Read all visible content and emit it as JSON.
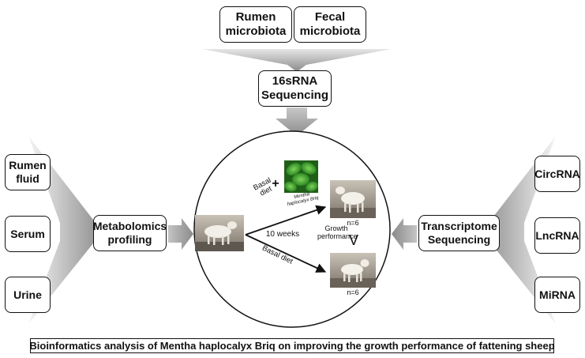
{
  "top": {
    "rumen_microbiota": "Rumen microbiota",
    "fecal_microbiota": "Fecal microbiota",
    "sequencing_16s": "16sRNA Sequencing"
  },
  "left": {
    "rumen_fluid": "Rumen fluid",
    "serum": "Serum",
    "urine": "Urine",
    "metabolomics": "Metabolomics profiling"
  },
  "right": {
    "circrna": "CircRNA",
    "lncrna": "LncRNA",
    "mirna": "MiRNA",
    "transcriptome": "Transcriptome Sequencing"
  },
  "center": {
    "basal_diet_1": "Basal diet",
    "plus": "+",
    "mentha_label": "Mentha haplocalyx Briq",
    "weeks": "10 weeks",
    "growth": "Growth performance",
    "greater": "V",
    "basal_diet_2": "Basal diet",
    "n_top": "n=6",
    "n_bottom": "n=6"
  },
  "caption": "Bioinformatics analysis of Mentha haplocalyx Briq on improving the growth performance of fattening sheep",
  "colors": {
    "arrow_dark": "#8c8c8c",
    "arrow_light": "#e0e0e0",
    "border": "#111111",
    "leaf": "#3fae2a"
  }
}
